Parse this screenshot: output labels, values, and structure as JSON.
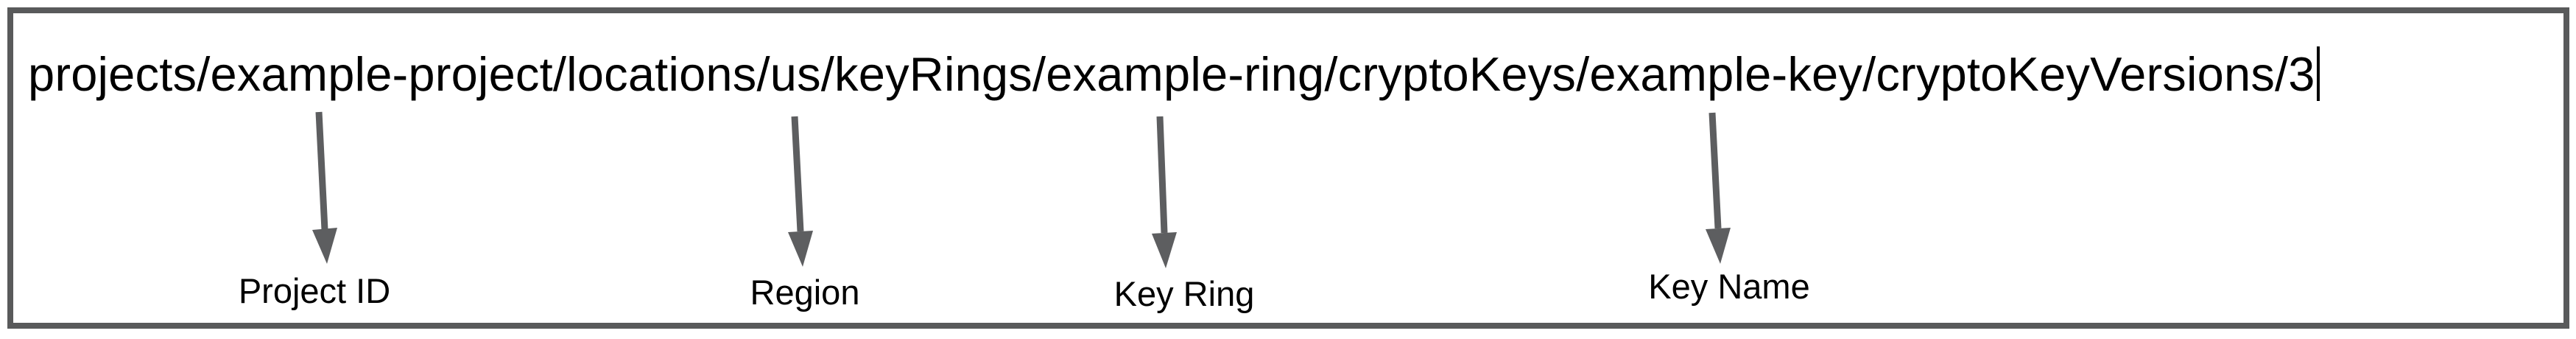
{
  "colors": {
    "background": "#ffffff",
    "border": "#595a5b",
    "arrow": "#5d5e60",
    "text": "#000000"
  },
  "resource_path": {
    "value": "projects/example-project/locations/us/keyRings/example-ring/cryptoKeys/example-key/cryptoKeyVersions/3",
    "cursor_visible": true
  },
  "annotations": [
    {
      "label": "Project ID",
      "points_to_segment": "example-project"
    },
    {
      "label": "Region",
      "points_to_segment": "us"
    },
    {
      "label": "Key Ring",
      "points_to_segment": "example-ring"
    },
    {
      "label": "Key Name",
      "points_to_segment": "example-key"
    }
  ]
}
